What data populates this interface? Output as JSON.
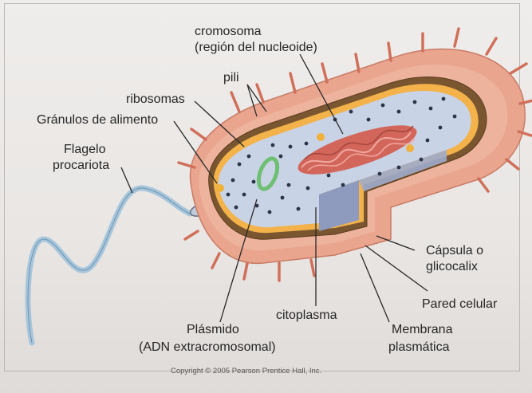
{
  "labels": {
    "chromosome_line1": "cromosoma",
    "chromosome_line2": "(región del nucleoide)",
    "pili": "pili",
    "ribosomes": "ribosomas",
    "food_granules": "Gránulos de alimento",
    "flagellum_line1": "Flagelo",
    "flagellum_line2": "procariota",
    "capsule_line1": "Cápsula o",
    "capsule_line2": "glicocalix",
    "cell_wall": "Pared celular",
    "cytoplasm": "citoplasma",
    "plasmid_line1": "Plásmido",
    "plasmid_line2": "(ADN extracromosomal)",
    "membrane_line1": "Membrana",
    "membrane_line2": "plasmática"
  },
  "copyright": "Copyright © 2005 Pearson Prentice Hall, Inc.",
  "colors": {
    "capsule": "#e9a58e",
    "capsule_edge": "#c97c66",
    "pili": "#d0705a",
    "cell_wall": "#6b4a2a",
    "membrane": "#f3b24a",
    "cytoplasm": "#c9d3e6",
    "interior_wall": "#8e9bbf",
    "chromosome": "#d2665a",
    "plasmid": "#6fbf73",
    "ribosome": "#2d3448",
    "granule": "#f0b13d",
    "flagellum": "#a7c6dc"
  }
}
